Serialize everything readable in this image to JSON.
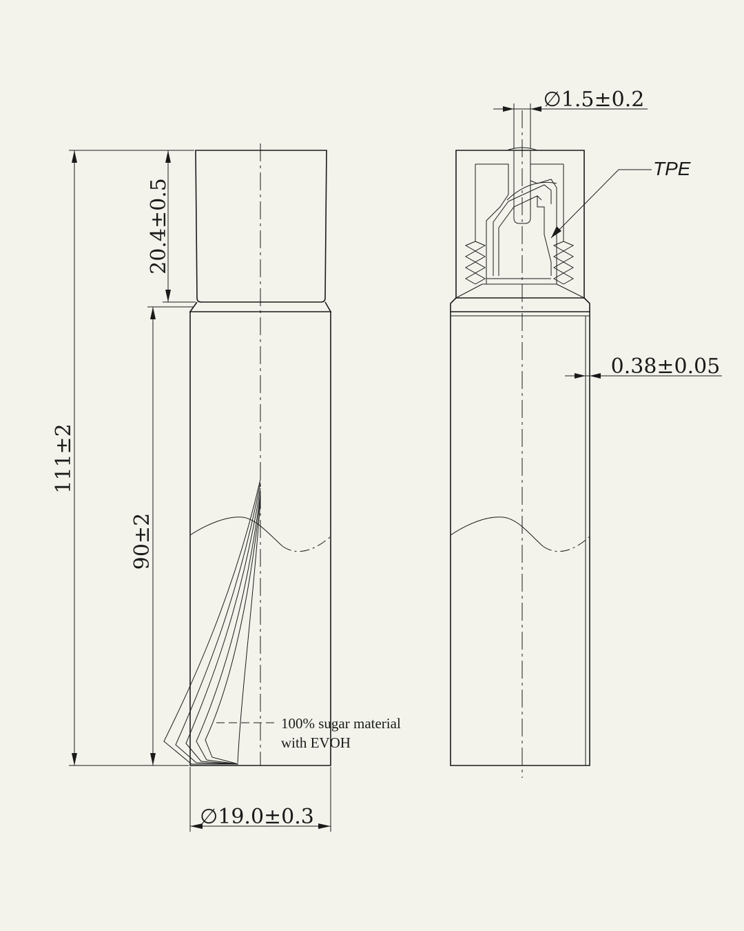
{
  "colors": {
    "background": "#f3f3ec",
    "ink": "#1a1a1a"
  },
  "dimensions": {
    "overall_height": "111±2",
    "cap_height": "20.4±0.5",
    "tube_length": "90±2",
    "tube_diameter": "∅19.0±0.3",
    "orifice_diameter": "∅1.5±0.2",
    "wall_thickness": "0.38±0.05"
  },
  "labels": {
    "material_line1": "100% sugar material",
    "material_line2": "with EVOH",
    "tpe": "TPE"
  }
}
